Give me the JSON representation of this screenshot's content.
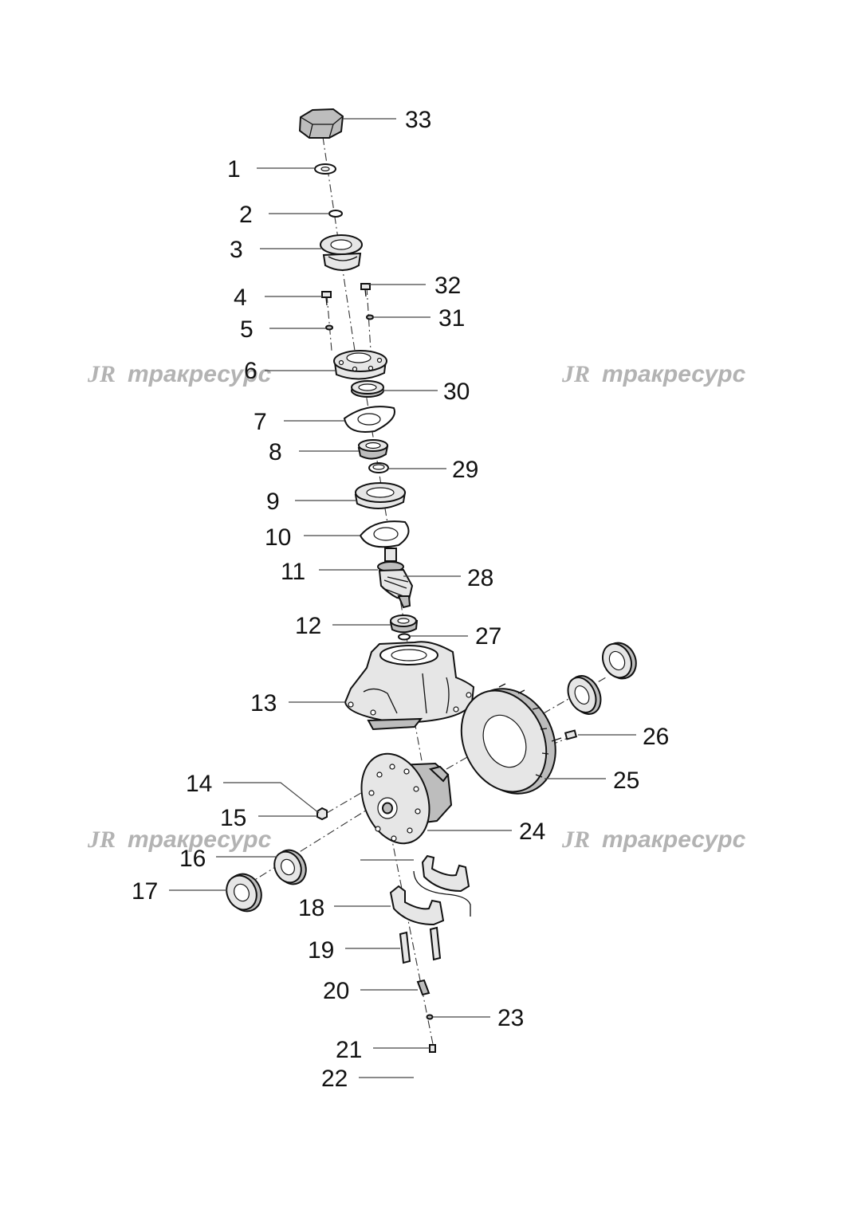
{
  "watermark": {
    "logo": "JR",
    "text": "тракресурс"
  },
  "callouts": [
    "1",
    "2",
    "3",
    "4",
    "5",
    "6",
    "7",
    "8",
    "9",
    "10",
    "11",
    "12",
    "13",
    "14",
    "15",
    "16",
    "17",
    "18",
    "19",
    "20",
    "21",
    "22",
    "23",
    "24",
    "25",
    "26",
    "27",
    "28",
    "29",
    "30",
    "31",
    "32",
    "33"
  ],
  "colors": {
    "line": "#111111",
    "watermark": "#b3b3b3",
    "shade": "#bdbdbd"
  }
}
